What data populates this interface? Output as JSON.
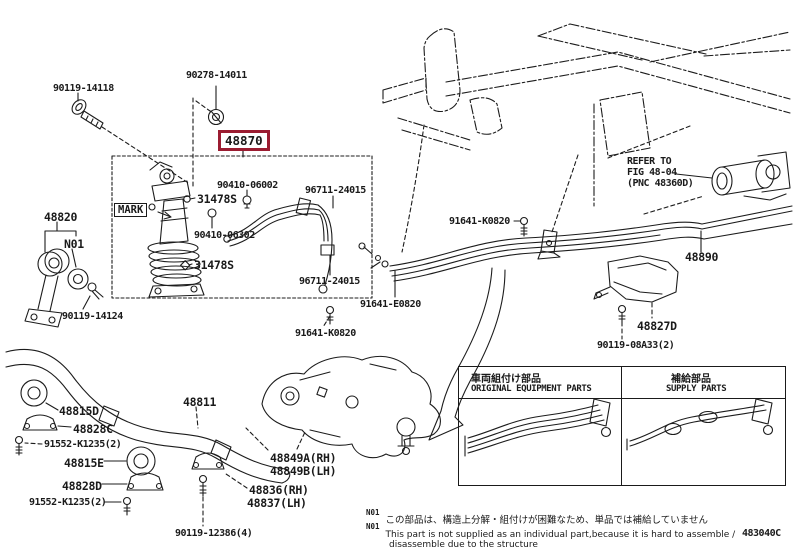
{
  "diagram": {
    "figure_code": "483040C",
    "selected_part": "48870",
    "highlight_color": "#9b1c31",
    "labels": [
      {
        "text": "90119-14118"
      },
      {
        "text": "90278-14011"
      },
      {
        "text": "48870"
      },
      {
        "text": "MARK"
      },
      {
        "text": "31478S"
      },
      {
        "text": "90410-06002"
      },
      {
        "text": "90410-06302"
      },
      {
        "text": "31478S"
      },
      {
        "text": "96711-24015"
      },
      {
        "text": "96711-24015"
      },
      {
        "text": "48820"
      },
      {
        "text": "N01"
      },
      {
        "text": "90119-14124"
      },
      {
        "text": "91641-K0820"
      },
      {
        "text": "91641-E0820"
      },
      {
        "text": "91641-K0820"
      },
      {
        "text": "48890"
      },
      {
        "text": "48827D"
      },
      {
        "text": "90119-08A33(2)"
      },
      {
        "text": "48811"
      },
      {
        "text": "48815D"
      },
      {
        "text": "48828C"
      },
      {
        "text": "91552-K1235(2)"
      },
      {
        "text": "48815E"
      },
      {
        "text": "48828D"
      },
      {
        "text": "91552-K1235(2)"
      },
      {
        "text": "90119-12386(4)"
      },
      {
        "text": "48849A(RH)"
      },
      {
        "text": "48849B(LH)"
      },
      {
        "text": "48836(RH)"
      },
      {
        "text": "48837(LH)"
      }
    ],
    "refer_note": {
      "line1": "REFER TO",
      "line2": "FIG 48-04",
      "line3": "(PNC 48360D)"
    },
    "table": {
      "left_header_jp": "車両組付け部品",
      "left_header_en": "ORIGINAL EQUIPMENT PARTS",
      "right_header_jp": "補給部品",
      "right_header_en": "SUPPLY PARTS"
    },
    "notes": {
      "prefix": "N01",
      "jp": "この部品は、構造上分解・組付けが困難なため、単品では補給していません",
      "en_line1": "This part is not supplied as an individual part,because it is hard to assemble /",
      "en_line2": "disassemble due to the structure"
    }
  }
}
